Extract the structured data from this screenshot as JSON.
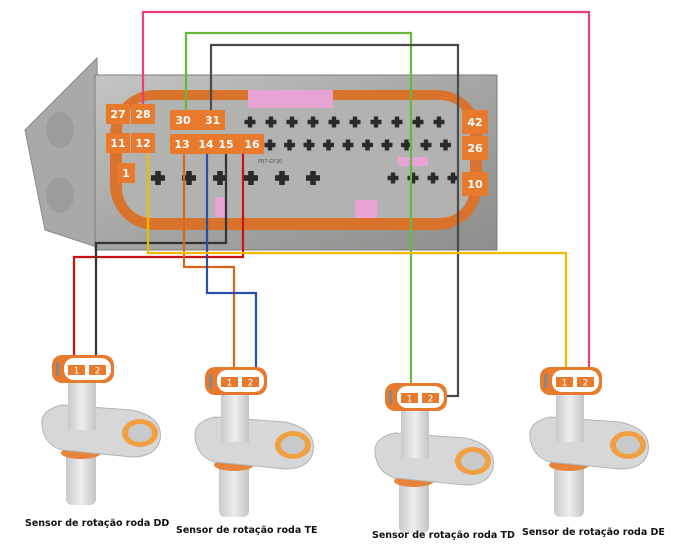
{
  "diagram": {
    "title": "",
    "ecu_connector": {
      "pin_labels": [
        {
          "id": "27",
          "label": "27"
        },
        {
          "id": "28",
          "label": "28"
        },
        {
          "id": "30",
          "label": "30"
        },
        {
          "id": "31",
          "label": "31"
        },
        {
          "id": "11",
          "label": "11"
        },
        {
          "id": "12",
          "label": "12"
        },
        {
          "id": "13",
          "label": "13"
        },
        {
          "id": "14",
          "label": "14"
        },
        {
          "id": "15",
          "label": "15"
        },
        {
          "id": "16",
          "label": "16"
        },
        {
          "id": "1",
          "label": "1"
        },
        {
          "id": "42",
          "label": "42"
        },
        {
          "id": "26",
          "label": "26"
        },
        {
          "id": "10",
          "label": "10"
        }
      ],
      "part_marking": "PBT-GF30"
    },
    "sensors": [
      {
        "id": "DD",
        "caption": "Sensor de rotação roda DD",
        "pin1_label": "1",
        "pin2_label": "2"
      },
      {
        "id": "TE",
        "caption": "Sensor de rotação roda TE",
        "pin1_label": "1",
        "pin2_label": "2"
      },
      {
        "id": "TD",
        "caption": "Sensor de rotação roda TD",
        "pin1_label": "1",
        "pin2_label": "2"
      },
      {
        "id": "DE",
        "caption": "Sensor de rotação roda DE",
        "pin1_label": "1",
        "pin2_label": "2"
      }
    ],
    "wires": [
      {
        "name": "red",
        "color": "#cc1111",
        "from_ecu_pin": "16",
        "to_sensor": "DD",
        "to_sensor_pin": "1"
      },
      {
        "name": "black",
        "color": "#333333",
        "from_ecu_pin": "15",
        "to_sensor": "DD",
        "to_sensor_pin": "2"
      },
      {
        "name": "orange",
        "color": "#d9661f",
        "from_ecu_pin": "13",
        "to_sensor": "TE",
        "to_sensor_pin": "1"
      },
      {
        "name": "blue",
        "color": "#2a4fa8",
        "from_ecu_pin": "14",
        "to_sensor": "TE",
        "to_sensor_pin": "2"
      },
      {
        "name": "green",
        "color": "#6ab83a",
        "from_ecu_pin": "30",
        "to_sensor": "TD",
        "to_sensor_pin": "1"
      },
      {
        "name": "gray",
        "color": "#4a4a4a",
        "from_ecu_pin": "31",
        "to_sensor": "TD",
        "to_sensor_pin": "2"
      },
      {
        "name": "yellow",
        "color": "#f5b800",
        "from_ecu_pin": "12",
        "to_sensor": "DE",
        "to_sensor_pin": "1"
      },
      {
        "name": "pink",
        "color": "#e83e7c",
        "from_ecu_pin": "28",
        "to_sensor": "DE",
        "to_sensor_pin": "2"
      }
    ],
    "colors": {
      "label_orange": "#e87a2e",
      "connector_body": "#a9aaa7",
      "connector_shell": "#8c8d8a",
      "seal_orange": "#d9732c",
      "sensor_body": "#d9dadb",
      "latch_pink": "#e8a0d0"
    }
  }
}
